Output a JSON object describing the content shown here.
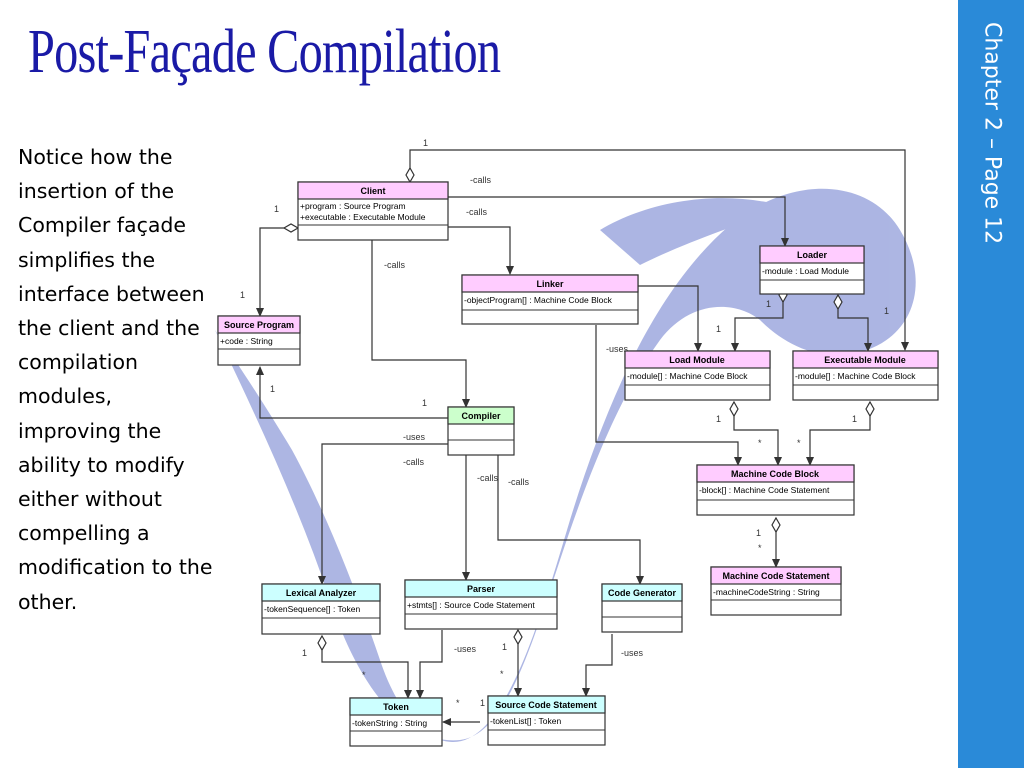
{
  "title": "Post-Façade Compilation",
  "body_text": "Notice how the insertion of the Compiler façade simplifies the interface between the client and the compilation modules, improving the ability to modify either without compelling a modification to the other.",
  "sidebar_label": "Chapter 2 – Page 12",
  "colors": {
    "title": "#1a1aa6",
    "sidebar": "#2a8ad8",
    "pink": "#ffccff",
    "green": "#ccffcc",
    "cyan": "#ccffff",
    "swoosh": "#a4aee0"
  },
  "classes": {
    "client": {
      "name": "Client",
      "attrs": [
        "+program : Source Program",
        "+executable : Executable Module"
      ]
    },
    "loader": {
      "name": "Loader",
      "attrs": [
        "-module : Load Module"
      ]
    },
    "linker": {
      "name": "Linker",
      "attrs": [
        "-objectProgram[] : Machine Code Block"
      ]
    },
    "source_program": {
      "name": "Source Program",
      "attrs": [
        "+code : String"
      ]
    },
    "load_module": {
      "name": "Load Module",
      "attrs": [
        "-module[] : Machine Code Block"
      ]
    },
    "executable_module": {
      "name": "Executable Module",
      "attrs": [
        "-module[] : Machine Code Block"
      ]
    },
    "compiler": {
      "name": "Compiler",
      "attrs": []
    },
    "machine_code_block": {
      "name": "Machine Code Block",
      "attrs": [
        "-block[] : Machine Code Statement"
      ]
    },
    "machine_code_statement": {
      "name": "Machine Code Statement",
      "attrs": [
        "-machineCodeString : String"
      ]
    },
    "lexical_analyzer": {
      "name": "Lexical Analyzer",
      "attrs": [
        "-tokenSequence[] : Token"
      ]
    },
    "parser": {
      "name": "Parser",
      "attrs": [
        "+stmts[] : Source Code Statement"
      ]
    },
    "code_generator": {
      "name": "Code Generator",
      "attrs": []
    },
    "token": {
      "name": "Token",
      "attrs": [
        "-tokenString : String"
      ]
    },
    "source_code_statement": {
      "name": "Source Code Statement",
      "attrs": [
        "-tokenList[] : Token"
      ]
    }
  },
  "labels": {
    "calls": "-calls",
    "uses": "-uses",
    "one": "1",
    "many": "*"
  }
}
